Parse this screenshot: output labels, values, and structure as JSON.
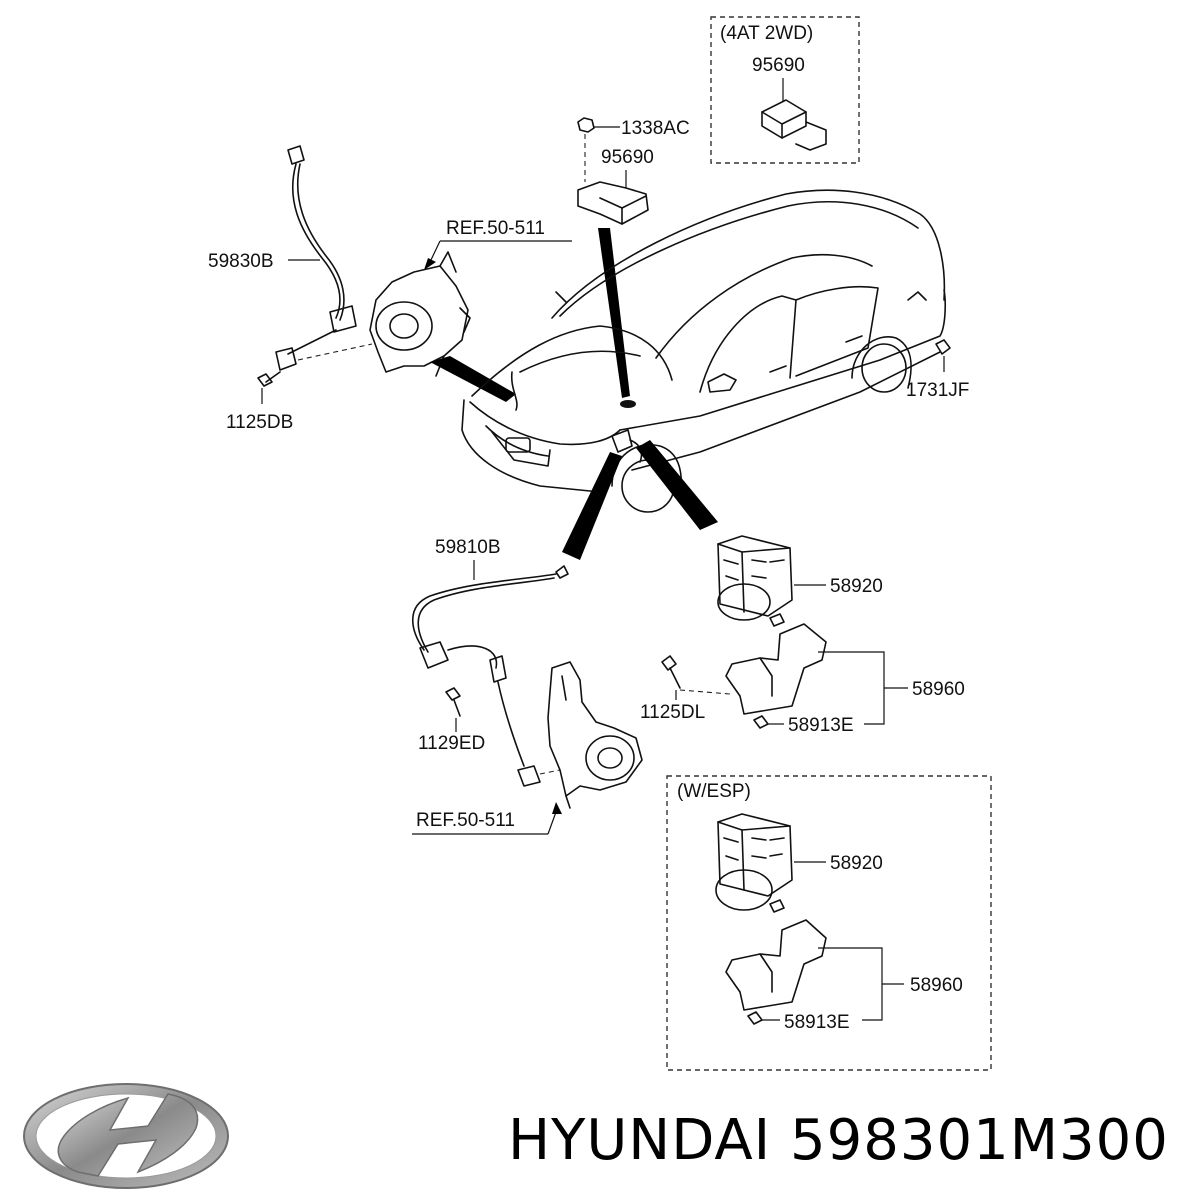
{
  "labels": {
    "box_4at": "(4AT 2WD)",
    "p95690_box": "95690",
    "p1338ac": "1338AC",
    "p95690": "95690",
    "ref_top": "REF.50-511",
    "p59830b": "59830B",
    "p1125db": "1125DB",
    "p1731jf": "1731JF",
    "p59810b": "59810B",
    "p58920": "58920",
    "p58960": "58960",
    "p1125dl": "1125DL",
    "p58913e": "58913E",
    "p1129ed": "1129ED",
    "ref_bottom": "REF.50-511",
    "box_esp": "(W/ESP)",
    "p58920_esp": "58920",
    "p58960_esp": "58960",
    "p58913e_esp": "58913E"
  },
  "footer": {
    "brand_text": "HYUNDAI 598301M300"
  },
  "logo": {
    "icon": "hyundai-logo-icon",
    "color": "#8a8a8a"
  }
}
